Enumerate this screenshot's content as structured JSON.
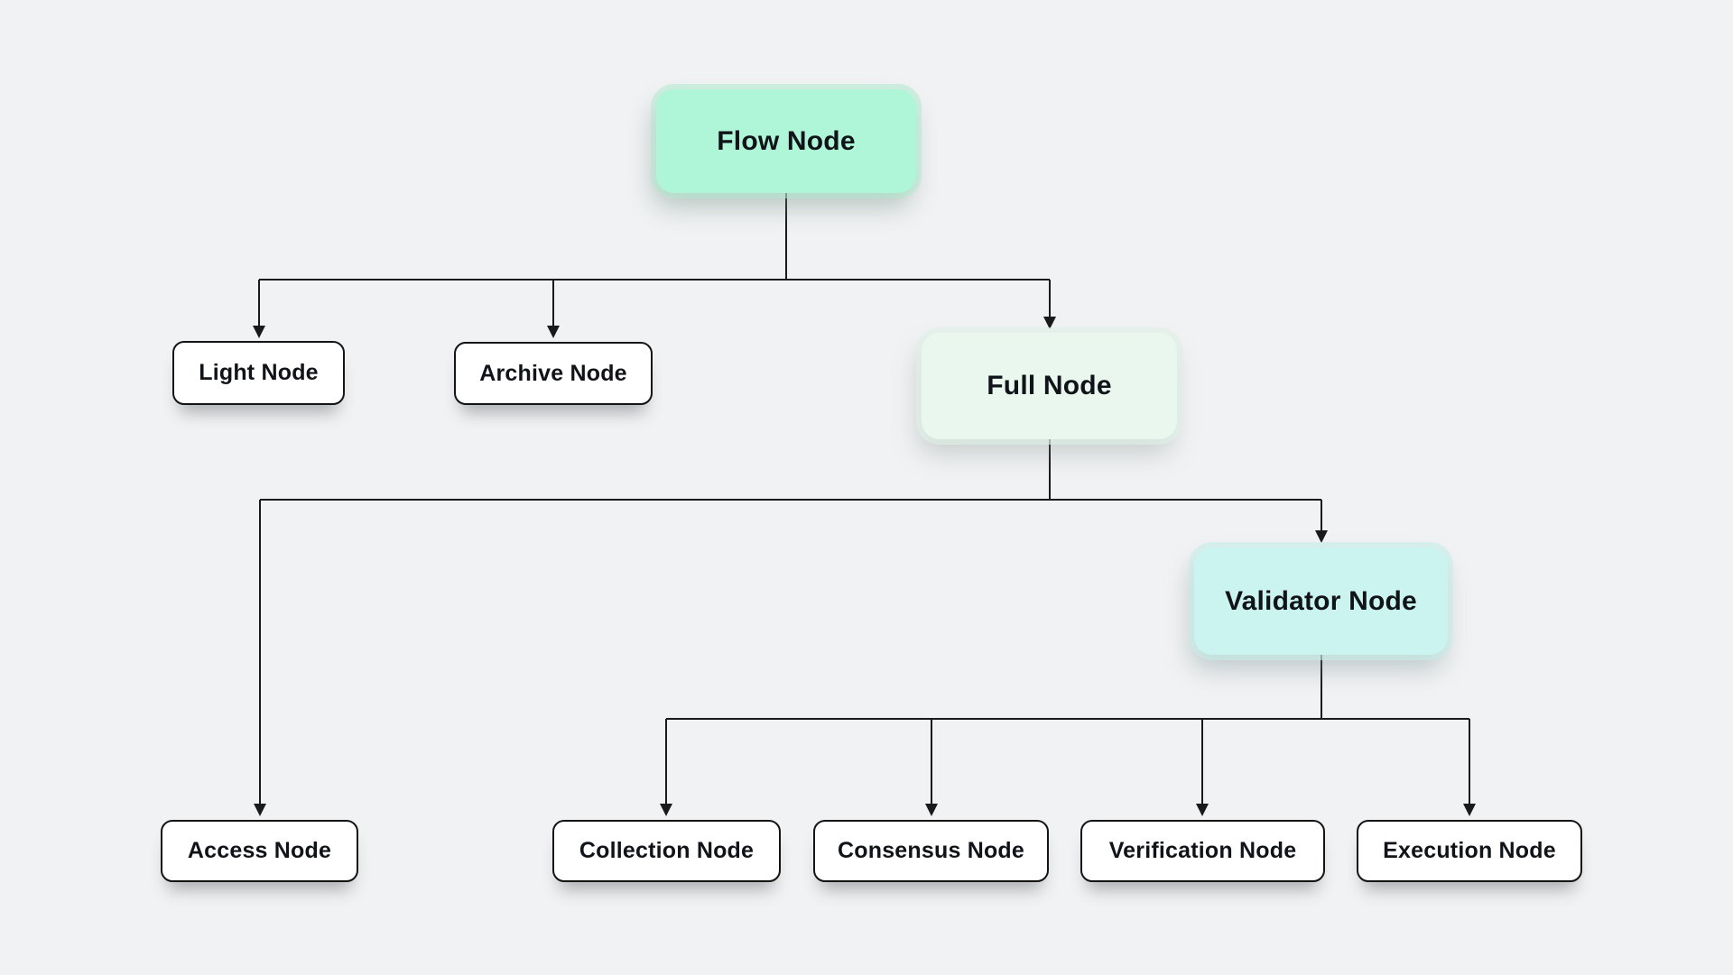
{
  "diagram": {
    "nodes": {
      "flow": {
        "label": "Flow Node",
        "style": "mint"
      },
      "light": {
        "label": "Light Node",
        "style": "plain"
      },
      "archive": {
        "label": "Archive Node",
        "style": "plain"
      },
      "full": {
        "label": "Full Node",
        "style": "pale-mint"
      },
      "validator": {
        "label": "Validator Node",
        "style": "cyan"
      },
      "access": {
        "label": "Access Node",
        "style": "plain"
      },
      "collection": {
        "label": "Collection Node",
        "style": "plain"
      },
      "consensus": {
        "label": "Consensus Node",
        "style": "plain"
      },
      "verification": {
        "label": "Verification Node",
        "style": "plain"
      },
      "execution": {
        "label": "Execution Node",
        "style": "plain"
      }
    },
    "edges": [
      {
        "from": "flow",
        "to": [
          "light",
          "archive",
          "full"
        ]
      },
      {
        "from": "full",
        "to": [
          "access",
          "validator"
        ]
      },
      {
        "from": "validator",
        "to": [
          "collection",
          "consensus",
          "verification",
          "execution"
        ]
      }
    ],
    "colors": {
      "background": "#f1f2f4",
      "connector": "#1a1a1a",
      "text": "#101418",
      "node_border": "#141414",
      "plain_fill": "#ffffff",
      "flow_fill": "#aff5d8",
      "full_fill": "#e9f7ef",
      "validator_fill": "#cbf3f0"
    }
  }
}
